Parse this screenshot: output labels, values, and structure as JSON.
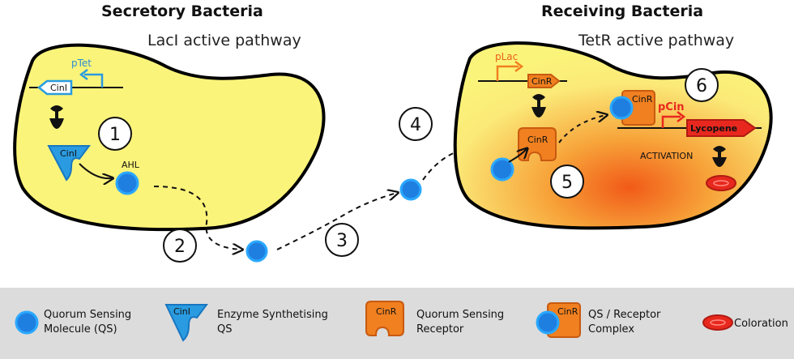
{
  "left_cell": {
    "title": "Secretory Bacteria",
    "subtitle": "LacI active pathway",
    "promoter": "pTet",
    "gene": "CinI",
    "enzyme": "CinI",
    "molecule": "AHL",
    "step": "1"
  },
  "right_cell": {
    "title": "Receiving Bacteria",
    "subtitle": "TetR active pathway",
    "promoter": "pLac",
    "gene": "CinR",
    "receptor": "CinR",
    "complex": "CinR",
    "promoter_cin": "pCin",
    "reporter": "Lycopene",
    "activation": "ACTIVATION",
    "step_complex": "6",
    "step_receptor": "5"
  },
  "transit": {
    "step2": "2",
    "step3": "3",
    "step4": "4"
  },
  "legend": {
    "items": [
      {
        "line1": "Quorum Sensing",
        "line2": "Molecule (QS)"
      },
      {
        "icon_label": "CinI",
        "line1": "Enzyme Synthetising",
        "line2": "QS"
      },
      {
        "icon_label": "CinR",
        "line1": "Quorum Sensing",
        "line2": "Receptor"
      },
      {
        "icon_label": "CinR",
        "line1": "QS / Receptor",
        "line2": "Complex"
      },
      {
        "line1": "Coloration"
      }
    ]
  },
  "colors": {
    "cell_fill": "#fbf47a",
    "qs_blue": "#1f7fe0",
    "enzyme_blue": "#2a9be0",
    "receptor_orange": "#f08020",
    "lycopene_red": "#e8281e",
    "legend_bg": "#dcdcdc"
  }
}
